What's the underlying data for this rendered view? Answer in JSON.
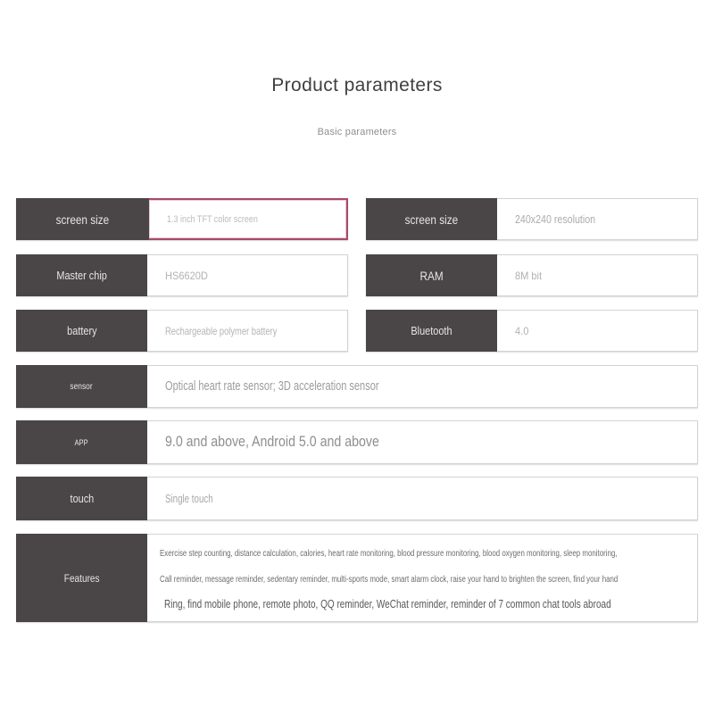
{
  "page": {
    "title": "Product parameters",
    "subtitle": "Basic parameters"
  },
  "colors": {
    "label_background": "#4a4647",
    "label_text": "#e5e4e4",
    "value_text": "#adacac",
    "row_border": "#d3d3d3",
    "highlight_border": "#a84a6b",
    "title_text": "#404040",
    "features_text": "#6d6c6c"
  },
  "specs": {
    "screen_size_left": {
      "label": "screen size",
      "value": "1.3 inch TFT color screen"
    },
    "screen_size_right": {
      "label": "screen size",
      "value": "240x240 resolution"
    },
    "master_chip": {
      "label": "Master chip",
      "value": "HS6620D"
    },
    "ram": {
      "label": "RAM",
      "value": "8M bit"
    },
    "battery": {
      "label": "battery",
      "value": "Rechargeable polymer battery"
    },
    "bluetooth": {
      "label": "Bluetooth",
      "value": "4.0"
    },
    "sensor": {
      "label": "sensor",
      "value": "Optical heart rate sensor; 3D acceleration sensor"
    },
    "app": {
      "label": "APP",
      "value": "9.0 and above, Android 5.0 and above"
    },
    "touch": {
      "label": "touch",
      "value": "Single touch"
    },
    "features": {
      "label": "Features",
      "lines": [
        "Exercise step counting, distance calculation, calories, heart rate monitoring, blood pressure monitoring, blood oxygen monitoring, sleep monitoring,",
        "Call reminder, message reminder, sedentary reminder, multi-sports mode, smart alarm clock, raise your hand to brighten the screen, find your hand",
        "Ring, find mobile phone, remote photo, QQ reminder, WeChat reminder, reminder of 7 common chat tools abroad"
      ]
    }
  }
}
